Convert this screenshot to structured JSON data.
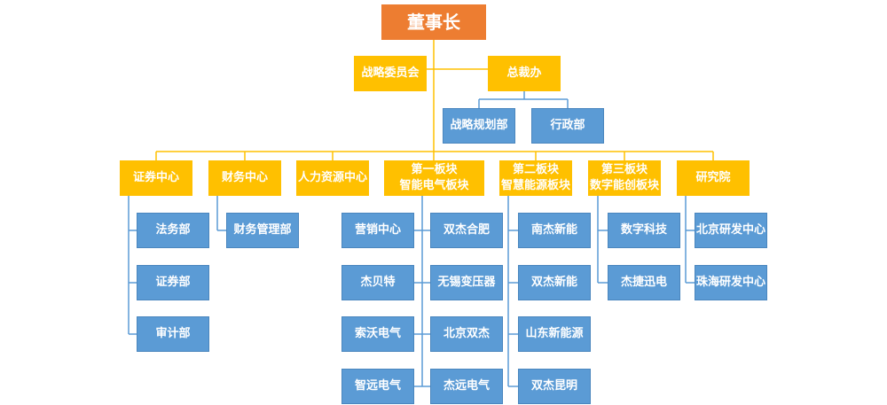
{
  "colors": {
    "chairman": "#ED7D31",
    "yellow_box": "#FFC000",
    "blue_box": "#5B9BD5",
    "connector_yellow": "#FFC000",
    "connector_blue": "#5B9BD5",
    "text": "#FFFFFF"
  },
  "chairman": "董事长",
  "strategy_committee": "战略委员会",
  "president_office": "总裁办",
  "president_sub": {
    "strategic_planning": "战略规划部",
    "administration": "行政部"
  },
  "departments": {
    "securities_center": "证券中心",
    "finance_center": "财务中心",
    "hr_center": "人力资源中心",
    "segment1": {
      "line1": "第一板块",
      "line2": "智能电气板块"
    },
    "segment2": {
      "line1": "第二板块",
      "line2": "智慧能源板块"
    },
    "segment3": {
      "line1": "第三板块",
      "line2": "数字能创板块"
    },
    "research_institute": "研究院"
  },
  "securities_sub": [
    "法务部",
    "证券部",
    "审计部"
  ],
  "finance_sub": [
    "财务管理部"
  ],
  "segment1_left": [
    "营销中心",
    "杰贝特",
    "索沃电气",
    "智远电气"
  ],
  "segment1_right": [
    "双杰合肥",
    "无锡变压器",
    "北京双杰",
    "杰远电气"
  ],
  "segment2_sub": [
    "南杰新能",
    "双杰新能",
    "山东新能源",
    "双杰昆明"
  ],
  "segment3_sub": [
    "数字科技",
    "杰捷迅电"
  ],
  "research_sub": [
    "北京研发中心",
    "珠海研发中心"
  ]
}
